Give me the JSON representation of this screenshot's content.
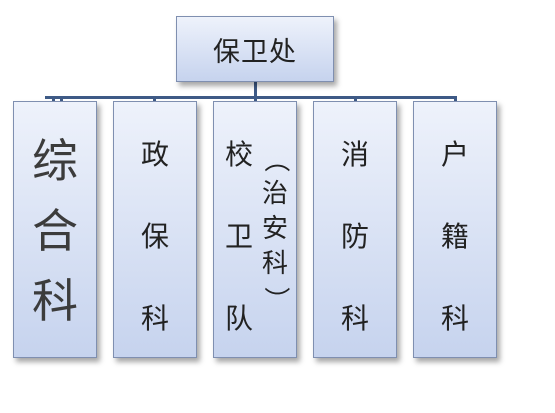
{
  "org_chart": {
    "root": {
      "label": "保卫处"
    },
    "departments": [
      {
        "chars": [
          "综",
          "合",
          "科"
        ]
      },
      {
        "chars": [
          "政",
          "保",
          "科"
        ]
      },
      {
        "chars": [
          "校",
          "卫",
          "队"
        ],
        "note_chars": [
          "（",
          "治",
          "安",
          "科",
          "）"
        ]
      },
      {
        "chars": [
          "消",
          "防",
          "科"
        ]
      },
      {
        "chars": [
          "户",
          "籍",
          "科"
        ]
      }
    ]
  },
  "colors": {
    "box_top": "#eef2fb",
    "box_bottom": "#c6d3ee",
    "border": "#7f8fb0",
    "connector": "#3e5a86"
  }
}
